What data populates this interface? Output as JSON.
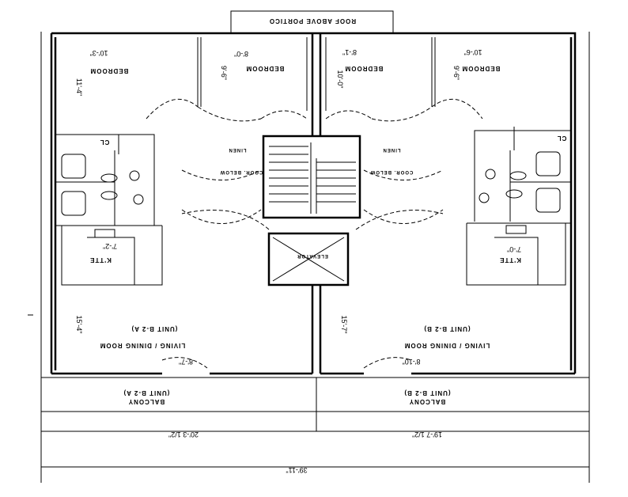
{
  "plan": {
    "orientation": "rotated 180",
    "portico": "ROOF ABOVE PORTICO",
    "unit_a": {
      "bedroom_1": {
        "label": "BEDROOM",
        "width": "10'-3\"",
        "depth": "11'-4\""
      },
      "bedroom_2": {
        "label": "BEDROOM",
        "width": "8'-0\"",
        "depth": "9'-6\""
      },
      "closet": "CL",
      "kitchenette": {
        "label": "K'TTE",
        "dim": "7'-2\""
      },
      "living": {
        "label": "LIVING / DINING ROOM",
        "unit": "(UNIT B-2 A)",
        "depth": "15'-4\"",
        "door": "8'-7\""
      },
      "balcony": {
        "label": "BALCONY",
        "unit": "(UNIT B-2 A)"
      },
      "overall_width": "20'-3 1/2\""
    },
    "unit_b": {
      "bedroom_1": {
        "label": "BEDROOM",
        "width": "10'-6\"",
        "depth": "9'-6\""
      },
      "bedroom_2": {
        "label": "BEDROOM",
        "width": "8'-1\"",
        "depth": "10'-0\""
      },
      "closet": "CL",
      "kitchenette": {
        "label": "K'TTE",
        "dim": "7'-0\""
      },
      "living": {
        "label": "LIVING / DINING ROOM",
        "unit": "(UNIT B-2 B)",
        "depth": "15'-7\"",
        "door": "8'-10\""
      },
      "balcony": {
        "label": "BALCONY",
        "unit": "(UNIT B-2 B)"
      },
      "overall_width": "19'-7 1/2\""
    },
    "core": {
      "elevator": "ELEVATOR",
      "linen": "LINEN",
      "closet": "COOR. BELOW"
    },
    "total_width": "39'-11\""
  }
}
